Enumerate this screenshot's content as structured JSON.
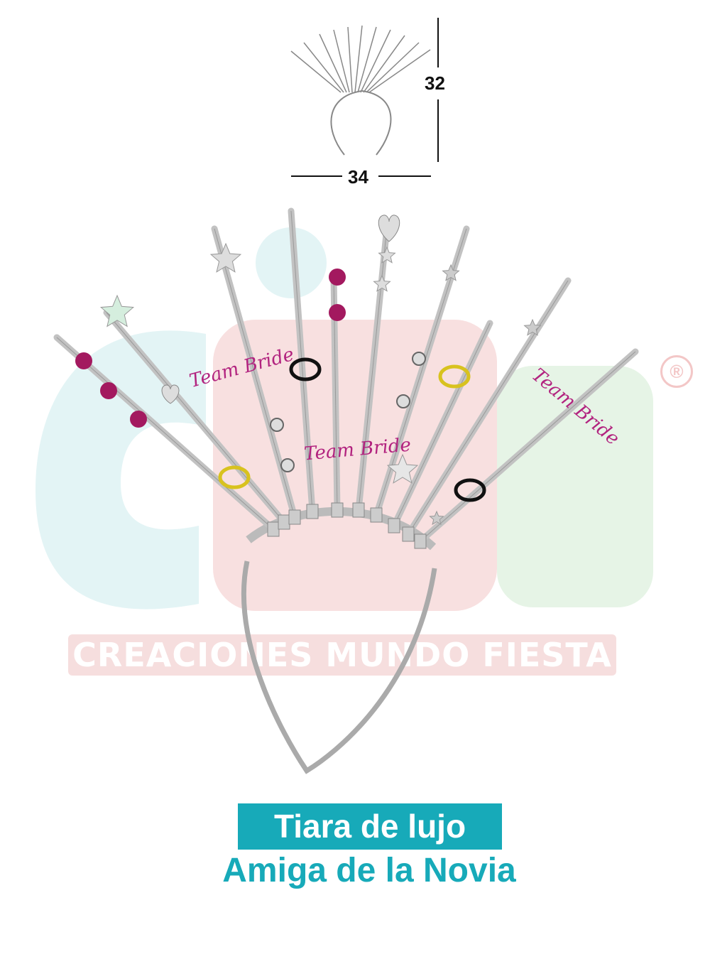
{
  "watermark": {
    "logo_letters": "CMF",
    "brand_name": "CREACIONES MUNDO FIESTA",
    "registered_mark": "®",
    "colors": {
      "c": "#e3f4f5",
      "m": "#f8e0e0",
      "f": "#e6f4e6",
      "banner": "#f6dede"
    }
  },
  "diagram": {
    "height_label": "32",
    "width_label": "34"
  },
  "product": {
    "decoration_text": [
      "Team Bride",
      "Team Bride",
      "Team Bride"
    ],
    "colors": {
      "metal": "#b9b9b9",
      "accent_magenta": "#b2237f",
      "gold": "#d8c21e"
    }
  },
  "title": {
    "line1": "Tiara de lujo",
    "line2": "Amiga de la Novia",
    "color": "#17aab9"
  }
}
